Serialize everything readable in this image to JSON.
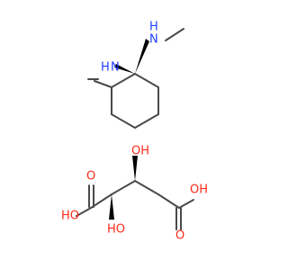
{
  "structure": {
    "amine": {
      "atoms": {
        "n1": "N",
        "h1": "H",
        "n2": "N",
        "h2": "H"
      }
    },
    "tartrate": {
      "atoms": {
        "o_top_left": "O",
        "o_top_right": "OH",
        "o_right": "O",
        "o_left": "HO",
        "o_bottom": "HO",
        "o_right_acid": "OH"
      }
    }
  },
  "colors": {
    "bond": "#4a4a4a",
    "nitrogen": "#1f3fff",
    "oxygen": "#ff2a1a"
  }
}
